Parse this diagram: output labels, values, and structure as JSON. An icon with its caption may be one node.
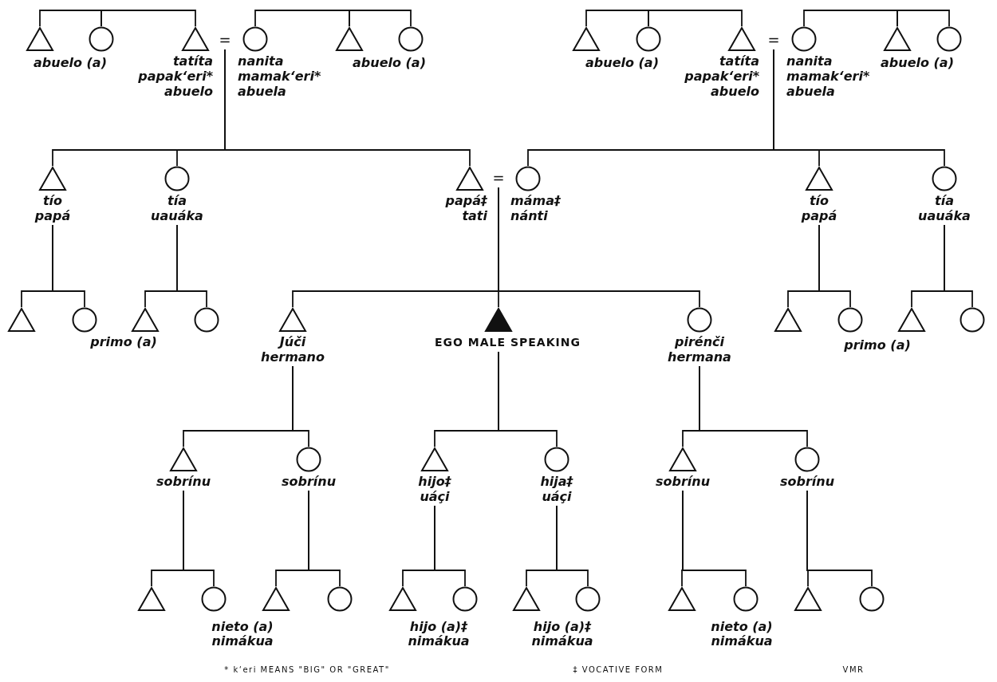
{
  "diagram": {
    "nodes": [
      {
        "text": [],
        "shape": "triangle"
      },
      {
        "text": [],
        "shape": "circle"
      },
      {
        "text": [
          "tatíta",
          "papak‘eri*",
          "abuelo"
        ]
      },
      {
        "text": [
          "="
        ]
      },
      {
        "text": [
          "nanita",
          "mamak‘eri*",
          "abuela"
        ]
      },
      {
        "text": [],
        "shape": "triangle"
      },
      {
        "text": [],
        "shape": "circle"
      },
      {
        "text": [],
        "shape": "triangle"
      },
      {
        "text": [],
        "shape": "circle"
      },
      {
        "text": [
          "tatíta",
          "papak‘eri*",
          "abuelo"
        ]
      },
      {
        "text": [
          "="
        ]
      },
      {
        "text": [
          "nanita",
          "mamak‘eri*",
          "abuela"
        ]
      },
      {
        "text": [],
        "shape": "triangle"
      },
      {
        "text": [],
        "shape": "circle"
      },
      {
        "text": [
          "tío",
          "papá"
        ]
      },
      {
        "text": [
          "tía",
          "uauáka"
        ]
      },
      {
        "text": [
          "papá‡",
          "tati"
        ]
      },
      {
        "text": [
          "="
        ]
      },
      {
        "text": [
          "máma‡",
          "nánti"
        ]
      },
      {
        "text": [
          "tío",
          "papá"
        ]
      },
      {
        "text": [
          "tía",
          "uauáka"
        ]
      },
      {
        "text": [],
        "shape": "triangle"
      },
      {
        "text": [],
        "shape": "circle"
      },
      {
        "text": [],
        "shape": "triangle"
      },
      {
        "text": [],
        "shape": "circle"
      },
      {
        "text": [
          "Júči",
          "hermano"
        ]
      },
      {
        "text": [
          "EGO MALE SPEAKING"
        ]
      },
      {
        "text": [
          "pirénči",
          "hermana"
        ]
      },
      {
        "text": [],
        "shape": "triangle"
      },
      {
        "text": [],
        "shape": "circle"
      },
      {
        "text": [],
        "shape": "triangle"
      },
      {
        "text": [],
        "shape": "circle"
      },
      {
        "text": [
          "sobrínu"
        ]
      },
      {
        "text": [
          "sobrínu"
        ]
      },
      {
        "text": [
          "hijo‡",
          "uáçi"
        ]
      },
      {
        "text": [
          "hija‡",
          "uáçi"
        ]
      },
      {
        "text": [
          "sobrínu"
        ]
      },
      {
        "text": [
          "sobrínu"
        ]
      },
      {
        "text": [],
        "shape": "triangle"
      },
      {
        "text": [],
        "shape": "circle"
      },
      {
        "text": [],
        "shape": "triangle"
      },
      {
        "text": [],
        "shape": "circle"
      },
      {
        "text": [],
        "shape": "triangle"
      },
      {
        "text": [],
        "shape": "circle"
      },
      {
        "text": [],
        "shape": "triangle"
      },
      {
        "text": [],
        "shape": "circle"
      },
      {
        "text": [],
        "shape": "triangle"
      },
      {
        "text": [],
        "shape": "circle"
      },
      {
        "text": [],
        "shape": "triangle"
      },
      {
        "text": [],
        "shape": "circle"
      }
    ],
    "edges": [
      {
        "from": 0,
        "to": 1,
        "arrow": "none"
      },
      {
        "from": 1,
        "to": 2,
        "arrow": "none"
      },
      {
        "from": 4,
        "to": 5,
        "arrow": "none"
      },
      {
        "from": 5,
        "to": 6,
        "arrow": "none"
      },
      {
        "from": 7,
        "to": 8,
        "arrow": "none"
      },
      {
        "from": 8,
        "to": 9,
        "arrow": "none"
      },
      {
        "from": 11,
        "to": 12,
        "arrow": "none"
      },
      {
        "from": 12,
        "to": 13,
        "arrow": "none"
      },
      {
        "from": 3,
        "to": 14,
        "arrow": "none"
      },
      {
        "from": 3,
        "to": 15,
        "arrow": "none"
      },
      {
        "from": 3,
        "to": 16,
        "arrow": "none"
      },
      {
        "from": 10,
        "to": 18,
        "arrow": "none"
      },
      {
        "from": 10,
        "to": 19,
        "arrow": "none"
      },
      {
        "from": 10,
        "to": 20,
        "arrow": "none"
      },
      {
        "from": 14,
        "to": 21,
        "arrow": "none"
      },
      {
        "from": 14,
        "to": 22,
        "arrow": "none"
      },
      {
        "from": 15,
        "to": 23,
        "arrow": "none"
      },
      {
        "from": 15,
        "to": 24,
        "arrow": "none"
      },
      {
        "from": 17,
        "to": 25,
        "arrow": "none"
      },
      {
        "from": 17,
        "to": 26,
        "arrow": "none"
      },
      {
        "from": 17,
        "to": 27,
        "arrow": "none"
      },
      {
        "from": 19,
        "to": 28,
        "arrow": "none"
      },
      {
        "from": 19,
        "to": 29,
        "arrow": "none"
      },
      {
        "from": 20,
        "to": 30,
        "arrow": "none"
      },
      {
        "from": 20,
        "to": 31,
        "arrow": "none"
      },
      {
        "from": 25,
        "to": 32,
        "arrow": "none"
      },
      {
        "from": 25,
        "to": 33,
        "arrow": "none"
      },
      {
        "from": 26,
        "to": 34,
        "arrow": "none"
      },
      {
        "from": 26,
        "to": 35,
        "arrow": "none"
      },
      {
        "from": 27,
        "to": 36,
        "arrow": "none"
      },
      {
        "from": 27,
        "to": 37,
        "arrow": "none"
      },
      {
        "from": 32,
        "to": 38,
        "arrow": "none"
      },
      {
        "from": 32,
        "to": 39,
        "arrow": "none"
      },
      {
        "from": 33,
        "to": 40,
        "arrow": "none"
      },
      {
        "from": 33,
        "to": 41,
        "arrow": "none"
      },
      {
        "from": 34,
        "to": 42,
        "arrow": "none"
      },
      {
        "from": 34,
        "to": 43,
        "arrow": "none"
      },
      {
        "from": 35,
        "to": 44,
        "arrow": "none"
      },
      {
        "from": 35,
        "to": 45,
        "arrow": "none"
      },
      {
        "from": 36,
        "to": 46,
        "arrow": "none"
      },
      {
        "from": 36,
        "to": 47,
        "arrow": "none"
      },
      {
        "from": 37,
        "to": 48,
        "arrow": "none"
      },
      {
        "from": 37,
        "to": 49,
        "arrow": "none"
      }
    ],
    "labels": [
      "abuelo (a)",
      "abuelo (a)",
      "abuelo (a)",
      "abuelo (a)",
      "primo (a)",
      "primo (a)",
      "nieto (a)",
      "hijo (a)‡",
      "hijo (a)‡",
      "nieto (a)",
      "nimákua",
      "nimákua",
      "nimákua",
      "nimákua",
      "* k‘eri MEANS \"BIG\" OR \"GREAT\"",
      "‡ VOCATIVE FORM",
      "VMR"
    ]
  }
}
